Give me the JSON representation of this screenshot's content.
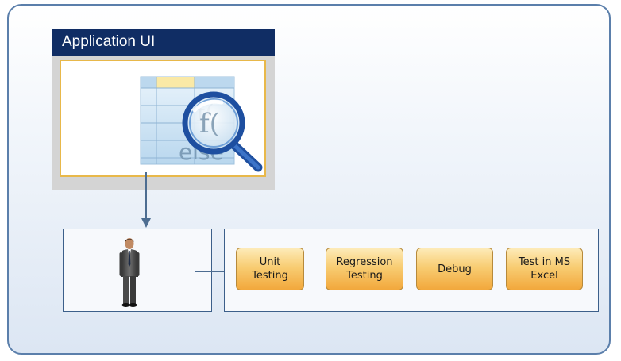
{
  "app_ui": {
    "title": "Application UI"
  },
  "icons": {
    "spreadsheet": "spreadsheet-magnifier-icon",
    "tester": "business-person-icon"
  },
  "actions": [
    {
      "label": "Unit\nTesting"
    },
    {
      "label": "Regression\nTesting"
    },
    {
      "label": "Debug"
    },
    {
      "label": "Test in MS\nExcel"
    }
  ],
  "colors": {
    "title_bar": "#102d64",
    "frame_border": "#5b7fab",
    "button_fill": "#f8cd73",
    "canvas_border": "#e8b84a"
  }
}
